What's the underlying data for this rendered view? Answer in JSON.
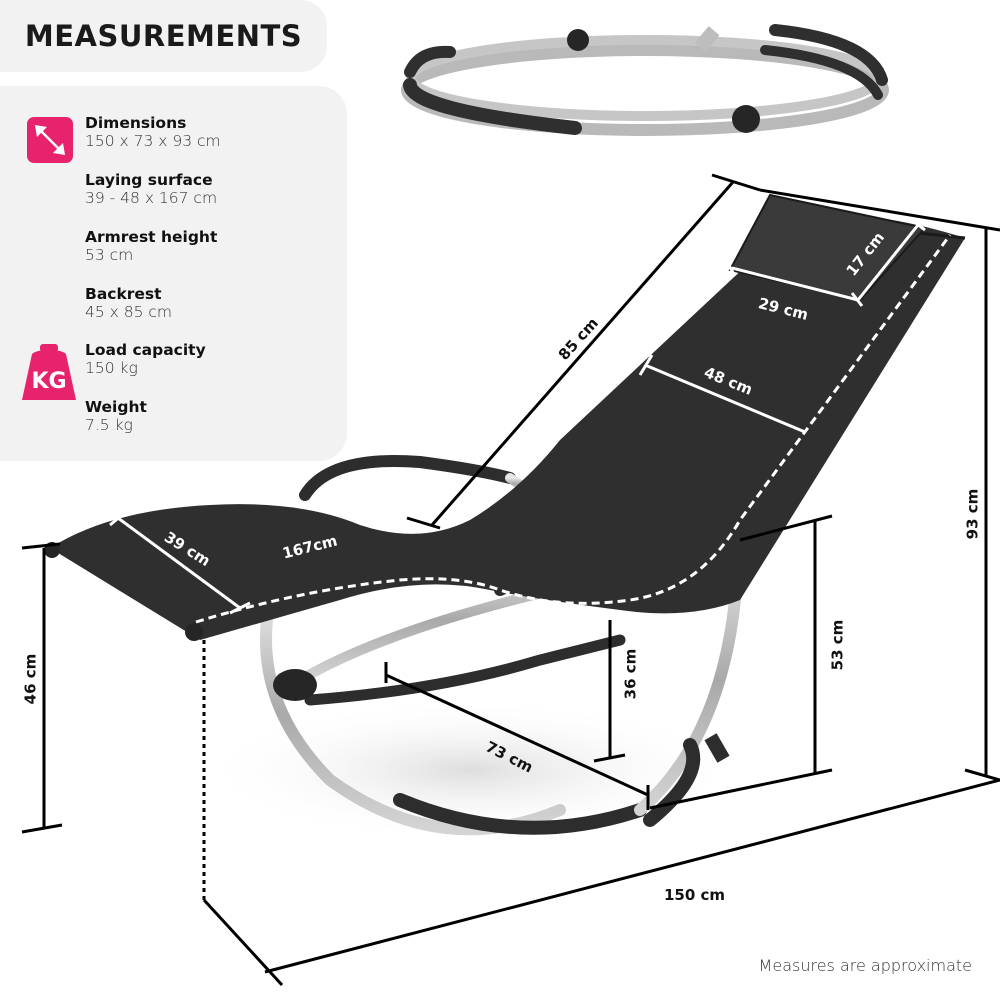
{
  "title": "MEASUREMENTS",
  "specs": [
    {
      "label": "Dimensions",
      "value": "150 x 73 x 93 cm",
      "icon": "resize-diagonal-arrow-icon"
    },
    {
      "label": "Laying surface",
      "value": "39 - 48 x 167 cm"
    },
    {
      "label": "Armrest height",
      "value": "53 cm"
    },
    {
      "label": "Backrest",
      "value": "45 x 85 cm"
    },
    {
      "label": "Load capacity",
      "value": "150 kg",
      "icon": "kg-weight-icon"
    },
    {
      "label": "Weight",
      "value": "7.5 kg"
    }
  ],
  "icons": {
    "kg_text": "KG"
  },
  "dimensions": {
    "backrest_length": "85 cm",
    "pillow_width": "29 cm",
    "pillow_depth": "17 cm",
    "backrest_width": "48 cm",
    "footrest_width": "39 cm",
    "surface_length": "167cm",
    "front_height": "46 cm",
    "seat_clearance": "36 cm",
    "depth": "73 cm",
    "armrest_height": "53 cm",
    "total_height": "93 cm",
    "total_length": "150 cm"
  },
  "colors": {
    "accent": "#e8236e",
    "panel_bg": "#f2f2f2",
    "fabric": "#2e2e2e",
    "frame": "#b8b8b8"
  },
  "footnote": "Measures are approximate"
}
